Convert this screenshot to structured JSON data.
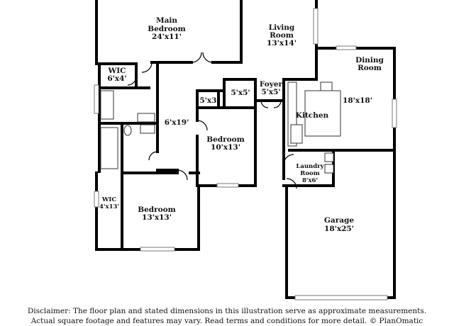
{
  "rooms": {
    "main_bedroom": {
      "name": "Main\nBedroom",
      "dim": "24'x11'"
    },
    "living_room": {
      "name": "Living\nRoom",
      "dim": "13'x14'"
    },
    "dining_room": {
      "name": "Dining\nRoom"
    },
    "wic_top": {
      "name": "WIC",
      "dim": "6'x4'"
    },
    "foyer": {
      "name": "Foyer",
      "dim": "5'x5'"
    },
    "closet_a": {
      "dim": "5'x3'"
    },
    "closet_b": {
      "dim": "5'x5'"
    },
    "kitchen": {
      "name": "Kitchen",
      "dim": "18'x18'"
    },
    "hall": {
      "dim": "6'x19'"
    },
    "bedroom_mid": {
      "name": "Bedroom",
      "dim": "10'x13'"
    },
    "laundry": {
      "name": "Laundry\nRoom",
      "dim": "8'x6'"
    },
    "wic_bottom": {
      "name": "WIC",
      "dim": "4'x13'"
    },
    "bedroom_bottom": {
      "name": "Bedroom",
      "dim": "13'x13'"
    },
    "garage": {
      "name": "Garage",
      "dim": "18'x25'"
    }
  },
  "disclaimer": {
    "line1": "Disclaimer: The floor plan and stated dimensions in this illustration serve as approximate measurements.",
    "line2": "Actual square footage and features may vary. Read terms and conditions for more detail. © PlanOmatic"
  }
}
